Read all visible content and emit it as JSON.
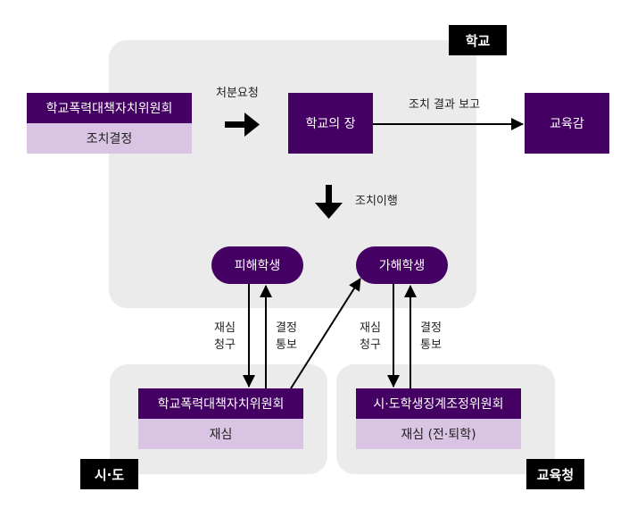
{
  "zones": {
    "school": "학교",
    "sido": "시·도",
    "edu_office": "교육청"
  },
  "school_committee": {
    "title": "학교폭력대책자치위원회",
    "subtitle": "조치결정"
  },
  "principal": "학교의 장",
  "superintendent": "교육감",
  "victim": "피해학생",
  "offender": "가해학생",
  "sido_committee": {
    "title": "학교폭력대책자치위원회",
    "subtitle": "재심"
  },
  "edu_committee": {
    "title": "시·도학생징계조정위원회",
    "subtitle": "재심 (전·퇴학)"
  },
  "edges": {
    "disposition_request": "처분요청",
    "result_report": "조치 결과 보고",
    "action_execution": "조치이행",
    "victim_appeal": [
      "재심",
      "청구"
    ],
    "victim_notice": [
      "결정",
      "통보"
    ],
    "offender_appeal": [
      "재심",
      "청구"
    ],
    "offender_notice": [
      "결정",
      "통보"
    ]
  },
  "colors": {
    "primary": "#440063",
    "secondary": "#d9c5e3",
    "panel": "#ebebeb",
    "tag": "#000000"
  }
}
